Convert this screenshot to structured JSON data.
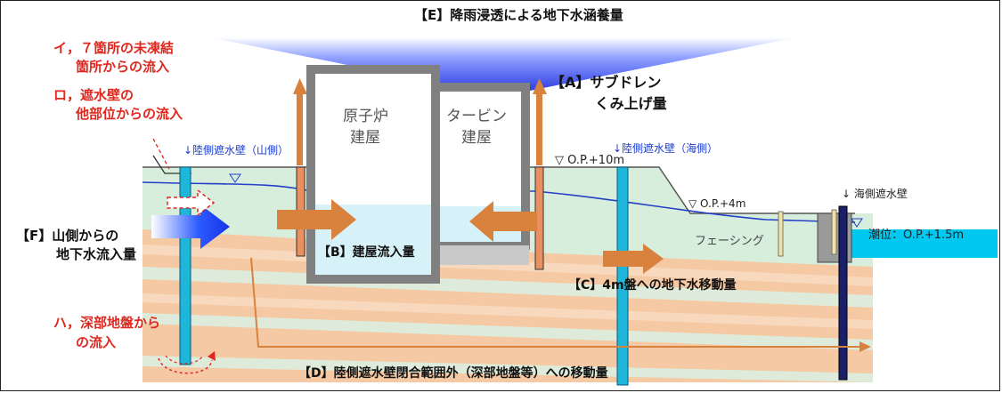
{
  "labels": {
    "E": "【E】降雨浸透による地下水涵養量",
    "A_line1": "【A】サブドレン",
    "A_line2": "くみ上げ量",
    "B": "【B】建屋流入量",
    "C": "【C】4m盤への地下水移動量",
    "D": "【D】陸側遮水壁閉合範囲外（深部地盤等）への移動量",
    "F_line1": "【F】山側からの",
    "F_line2": "地下水流入量",
    "i_line1": "イ，７箇所の未凍結",
    "i_line2": "箇所からの流入",
    "ro_line1": "ロ，遮水壁の",
    "ro_line2": "他部位からの流入",
    "ha_line1": "ハ，深部地盤から",
    "ha_line2": "の流入",
    "reactor_line1": "原子炉",
    "reactor_line2": "建屋",
    "turbine_line1": "タービン",
    "turbine_line2": "建屋",
    "wall_mountain": "↓陸側遮水壁（山側）",
    "wall_sea_land": "↓陸側遮水壁（海側）",
    "wall_sea": "↓ 海側遮水壁",
    "op10": "▽ O.P.+10m",
    "op4": "▽ O.P.+4m",
    "facing": "フェーシング",
    "tide": "潮位：O.P.+1.5m"
  },
  "colors": {
    "arrow_orange": "#d9823e",
    "rain_blue": "#1f2fe0",
    "water_line": "#2440c8",
    "ground_green": "#d8eedd",
    "ground_orange": "#f4c9a4",
    "wall_cyan": "#1fb7d9",
    "building_gray": "#808080",
    "sea": "#00c8f0",
    "annotation_red": "#e0281e"
  }
}
